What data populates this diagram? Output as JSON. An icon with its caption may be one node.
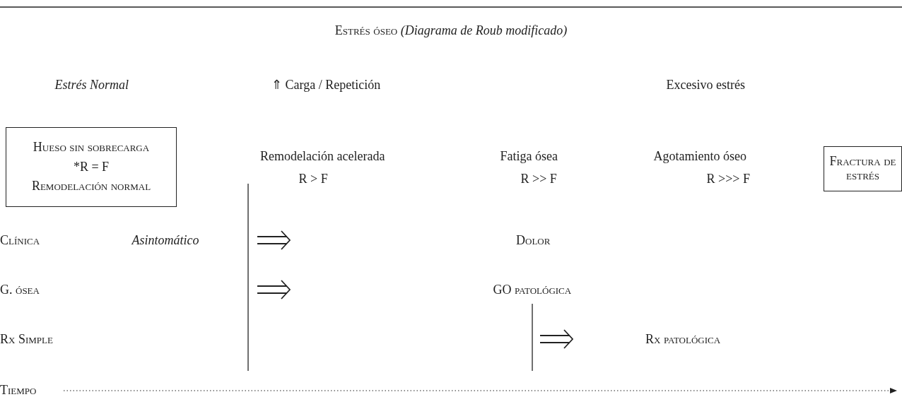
{
  "diagram": {
    "title": "Estrés óseo *(Diagrama de Roub modificado)*",
    "nodes": [
      {
        "text": [
          "Hueso sin sobrecarga",
          "*R = F",
          "Remodelación normal"
        ]
      },
      {
        "text": [
          "Fractura de estrés"
        ]
      }
    ],
    "labels": [
      "Estrés Normal",
      "⇑ Carga / Repetición",
      "Excesivo estrés",
      "Remodelación acelerada",
      "Fatiga ósea",
      "Agotamiento óseo",
      "R > F",
      "R >> F",
      "R >>> F",
      "Clínica",
      "Asintomático",
      "Dolor",
      "G. ósea",
      "GO patológica",
      "Rx Simple",
      "Rx patológica",
      "Tiempo"
    ]
  }
}
